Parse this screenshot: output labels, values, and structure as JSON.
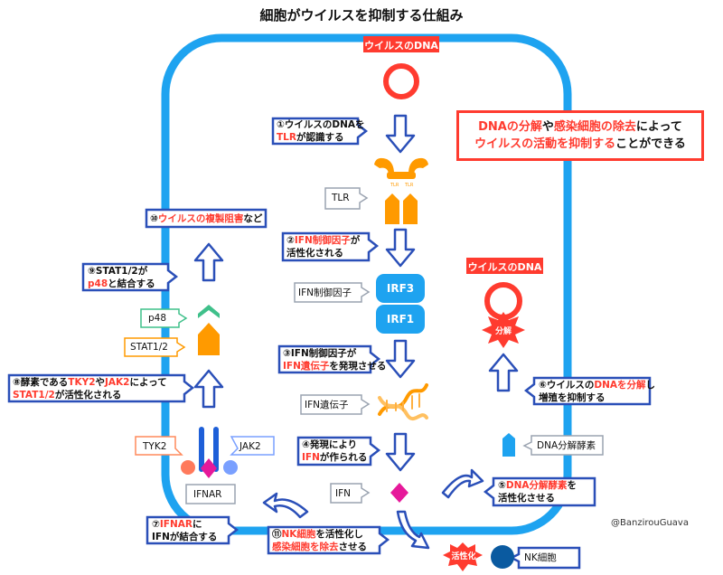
{
  "title": "細胞がウイルスを抑制する仕組み",
  "credit": "@BanzirouGuava",
  "colors": {
    "cell": "#1ea3f0",
    "step_box": "#2a4fb8",
    "red": "#ff3b2f",
    "orange": "#ff9a00",
    "magenta": "#e6199a",
    "navy": "#0a5aa0"
  },
  "virus_top": "ウイルスのDNA",
  "virus_right": "ウイルスのDNA",
  "degrade": "分解",
  "activate": "活性化",
  "nk_cell": "NK細胞",
  "main_message": {
    "l1a": "DNAの分解",
    "l1b": "や",
    "l1c": "感染細胞の除去",
    "l1d": "によって",
    "l2a": "ウイルスの活動を抑制する",
    "l2b": "ことができる"
  },
  "labels": {
    "tlr": "TLR",
    "ifn_factor": "IFN制御因子",
    "irf3": "IRF3",
    "irf1": "IRF1",
    "ifn_gene": "IFN遺伝子",
    "ifn": "IFN",
    "dna_enzyme": "DNA分解酵素",
    "tyk2": "TYK2",
    "jak2": "JAK2",
    "ifnar": "IFNAR",
    "p48": "p48",
    "stat": "STAT1/2",
    "tlr_letters": "TLR"
  },
  "steps": {
    "s1": {
      "a": "①ウイルスのDNAを",
      "b": "TLR",
      "c": "が認識する"
    },
    "s2": {
      "a": "②",
      "b": "IFN制御因子",
      "c": "が",
      "d": "活性化される"
    },
    "s3": {
      "a": "③IFN制御因子が",
      "b": "IFN遺伝子",
      "c": "を発現させる"
    },
    "s4": {
      "a": "④発現により",
      "b": "IFN",
      "c": "が作られる"
    },
    "s5": {
      "a": "⑤",
      "b": "DNA分解酵素",
      "c": "を",
      "d": "活性化させる"
    },
    "s6": {
      "a": "⑥ウイルスの",
      "b": "DNAを分解",
      "c": "し",
      "d": "増殖を抑制する"
    },
    "s7": {
      "a": "⑦",
      "b": "IFNAR",
      "c": "に",
      "d": "IFNが結合する"
    },
    "s8": {
      "a": "⑧酵素である",
      "b": "TKY2",
      "c": "や",
      "d": "JAK2",
      "e": "によって",
      "f": "STAT1/2",
      "g": "が活性化される"
    },
    "s9": {
      "a": "⑨STAT1/2が",
      "b": "p48",
      "c": "と結合する"
    },
    "s10": {
      "a": "⑩",
      "b": "ウイルスの複製阻害",
      "c": "など"
    },
    "s11": {
      "a": "⑪",
      "b": "NK細胞",
      "c": "を活性化し",
      "d": "感染細胞を除去",
      "e": "させる"
    }
  }
}
